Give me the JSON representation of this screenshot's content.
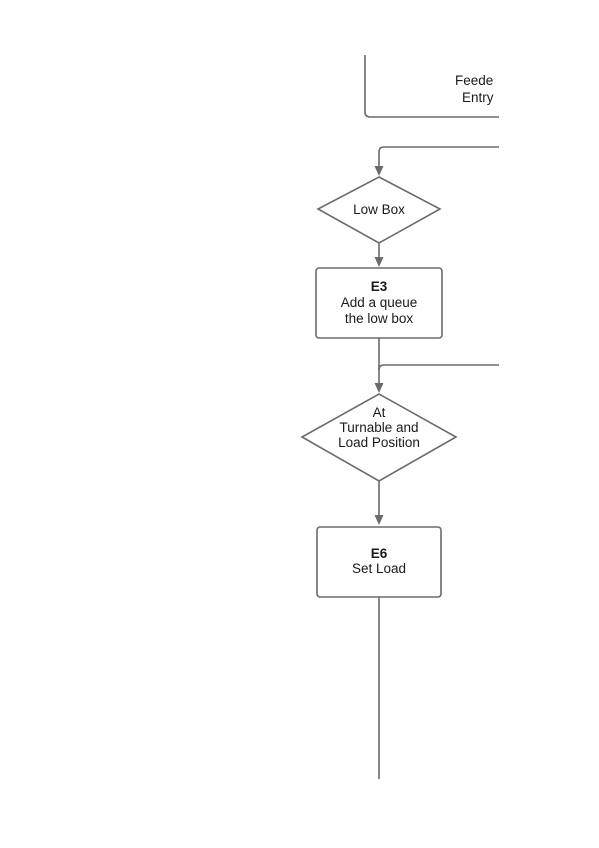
{
  "diagram": {
    "colors": {
      "stroke": "#6b6b6b",
      "text": "#1a1a1a",
      "background": "#ffffff"
    },
    "top_box": {
      "line1": "Feede",
      "line2": "Entry"
    },
    "low_box_decision": {
      "label": "Low Box"
    },
    "e3_box": {
      "id": "E3",
      "line1": "Add a queue",
      "line2": "the low box"
    },
    "turnable_decision": {
      "line1": "At",
      "line2": "Turnable and",
      "line3": "Load Position"
    },
    "e6_box": {
      "id": "E6",
      "line1": "Set Load"
    }
  }
}
